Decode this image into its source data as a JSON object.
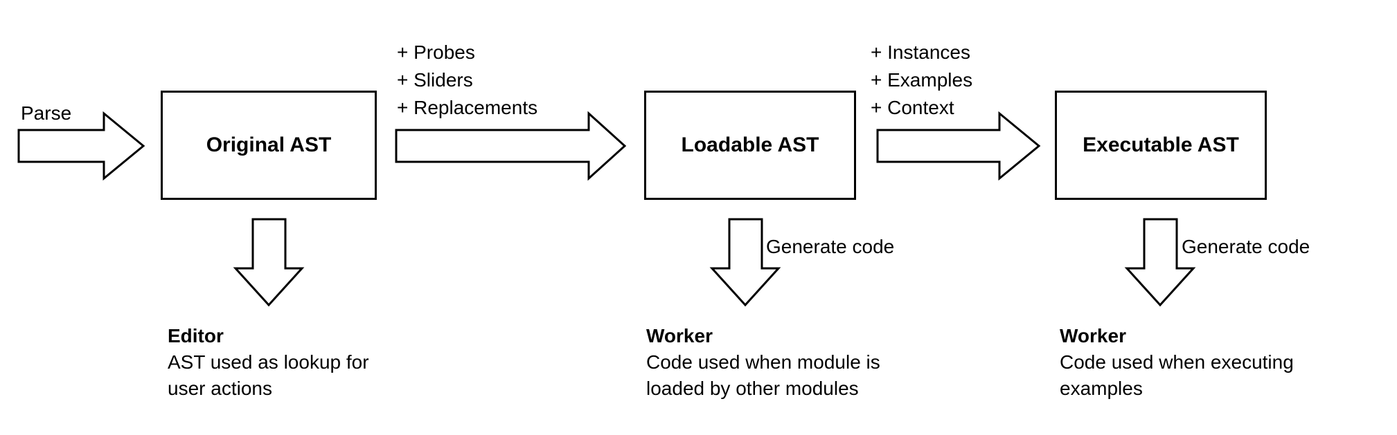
{
  "colors": {
    "ink": "#000000",
    "background": "#ffffff"
  },
  "flow": {
    "parse_label": "Parse",
    "boxes": [
      {
        "label": "Original AST"
      },
      {
        "label": "Loadable AST"
      },
      {
        "label": "Executable AST"
      }
    ],
    "transitions": [
      {
        "line1": "+ Probes",
        "line2": "+ Sliders",
        "line3": "+ Replacements"
      },
      {
        "line1": "+ Instances",
        "line2": "+ Examples",
        "line3": "+ Context"
      }
    ],
    "outputs": [
      {
        "arrow_label": "",
        "title": "Editor",
        "line1": "AST used as lookup for",
        "line2": "user actions"
      },
      {
        "arrow_label": "Generate code",
        "title": "Worker",
        "line1": "Code used when module is",
        "line2": "loaded by other modules"
      },
      {
        "arrow_label": "Generate code",
        "title": "Worker",
        "line1": "Code used when executing",
        "line2": "examples"
      }
    ]
  },
  "icons": {
    "right_arrow": "block right arrow (outlined)",
    "down_arrow": "block down arrow (outlined)"
  }
}
